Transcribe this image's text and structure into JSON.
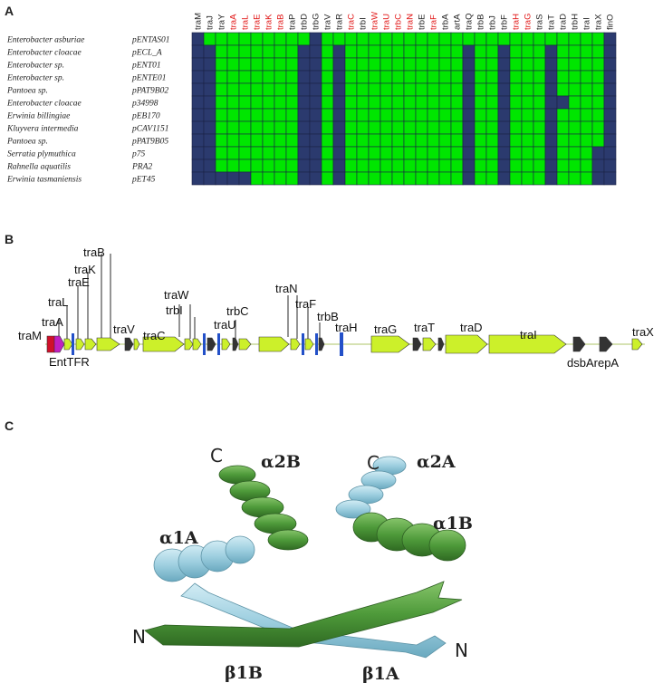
{
  "panels": {
    "a": "A",
    "b": "B",
    "c": "C"
  },
  "colors": {
    "present": "#00e600",
    "absent": "#2b3a6e",
    "gene_red": "#e01010",
    "gene_dark": "#222222",
    "arrow_main": "#ccf02a",
    "arrow_dark": "#333333",
    "arrow_red": "#d0102a",
    "arrow_magenta": "#c020c0",
    "marker_blue": "#2350c8",
    "helix_green": "#4e9a3a",
    "helix_blue": "#9ecfe0"
  },
  "panelA": {
    "genes": [
      {
        "name": "traM",
        "red": false
      },
      {
        "name": "traJ",
        "red": false
      },
      {
        "name": "traY",
        "red": false
      },
      {
        "name": "traA",
        "red": true
      },
      {
        "name": "traL",
        "red": true
      },
      {
        "name": "traE",
        "red": true
      },
      {
        "name": "traK",
        "red": true
      },
      {
        "name": "traB",
        "red": true
      },
      {
        "name": "traP",
        "red": false
      },
      {
        "name": "trbD",
        "red": false
      },
      {
        "name": "trbG",
        "red": false
      },
      {
        "name": "traV",
        "red": false
      },
      {
        "name": "traR",
        "red": false
      },
      {
        "name": "traC",
        "red": true
      },
      {
        "name": "trbI",
        "red": false
      },
      {
        "name": "traW",
        "red": true
      },
      {
        "name": "traU",
        "red": true
      },
      {
        "name": "trbC",
        "red": true
      },
      {
        "name": "traN",
        "red": true
      },
      {
        "name": "trbE",
        "red": false
      },
      {
        "name": "traF",
        "red": true
      },
      {
        "name": "trbA",
        "red": false
      },
      {
        "name": "artA",
        "red": false
      },
      {
        "name": "traQ",
        "red": false
      },
      {
        "name": "trbB",
        "red": false
      },
      {
        "name": "trbJ",
        "red": false
      },
      {
        "name": "trbF",
        "red": false
      },
      {
        "name": "traH",
        "red": true
      },
      {
        "name": "traG",
        "red": true
      },
      {
        "name": "traS",
        "red": false
      },
      {
        "name": "traT",
        "red": false
      },
      {
        "name": "traD",
        "red": false
      },
      {
        "name": "trbH",
        "red": false
      },
      {
        "name": "traI",
        "red": false
      },
      {
        "name": "traX",
        "red": false
      },
      {
        "name": "finO",
        "red": false
      }
    ],
    "rows": [
      {
        "organism": "Enterobacter asburiae",
        "plasmid": "pENTAS01",
        "cells": "011111111101111111111111111111111110"
      },
      {
        "organism": "Enterobacter cloacae",
        "plasmid": "pECL_A",
        "cells": "001111111001011111111110110111011110"
      },
      {
        "organism": "Enterobacter sp.",
        "plasmid": "pENT01",
        "cells": "001111111001011111111110110111011110"
      },
      {
        "organism": "Enterobacter sp.",
        "plasmid": "pENTE01",
        "cells": "001111111001011111111110110111011110"
      },
      {
        "organism": "Pantoea sp.",
        "plasmid": "pPAT9B02",
        "cells": "001111111001011111111110110111011110"
      },
      {
        "organism": "Enterobacter cloacae",
        "plasmid": "p34998",
        "cells": "001111111001011111111110110111001110"
      },
      {
        "organism": "Erwinia billingiae",
        "plasmid": "pEB170",
        "cells": "001111111001011111111110110111011110"
      },
      {
        "organism": "Kluyvera intermedia",
        "plasmid": "pCAV1151",
        "cells": "001111111001011111111110110111011110"
      },
      {
        "organism": "Pantoea sp.",
        "plasmid": "pPAT9B05",
        "cells": "001111111001011111111110110111011110"
      },
      {
        "organism": "Serratia plymuthica",
        "plasmid": "p75",
        "cells": "001111111001011111111110110111011100"
      },
      {
        "organism": "Rahnella aquatilis",
        "plasmid": "PRA2",
        "cells": "001111111001011111111110110111011100"
      },
      {
        "organism": "Erwinia tasmaniensis",
        "plasmid": "pET45",
        "cells": "000001111001011111111110110111011100"
      }
    ]
  },
  "panelB": {
    "labels": {
      "traM": "traM",
      "traA": "traA",
      "traL": "traL",
      "traE": "traE",
      "traK": "traK",
      "traB": "traB",
      "traV": "traV",
      "traC": "traC",
      "traW": "traW",
      "trbI": "trbI",
      "traU": "traU",
      "trbC": "trbC",
      "traN": "traN",
      "traF": "traF",
      "trbB": "trbB",
      "traH": "traH",
      "traG": "traG",
      "traT": "traT",
      "traD": "traD",
      "traI": "traI",
      "dsbArepA": "dsbArepA",
      "traX": "traX",
      "EntTFR": "EntTFR"
    }
  },
  "panelC": {
    "labels": {
      "c_left": "C",
      "c_right": "C",
      "a2B": "α2B",
      "a2A": "α2A",
      "a1A": "α1A",
      "a1B": "α1B",
      "n_left": "N",
      "n_right": "N",
      "b1B": "β1B",
      "b1A": "β1A"
    }
  }
}
